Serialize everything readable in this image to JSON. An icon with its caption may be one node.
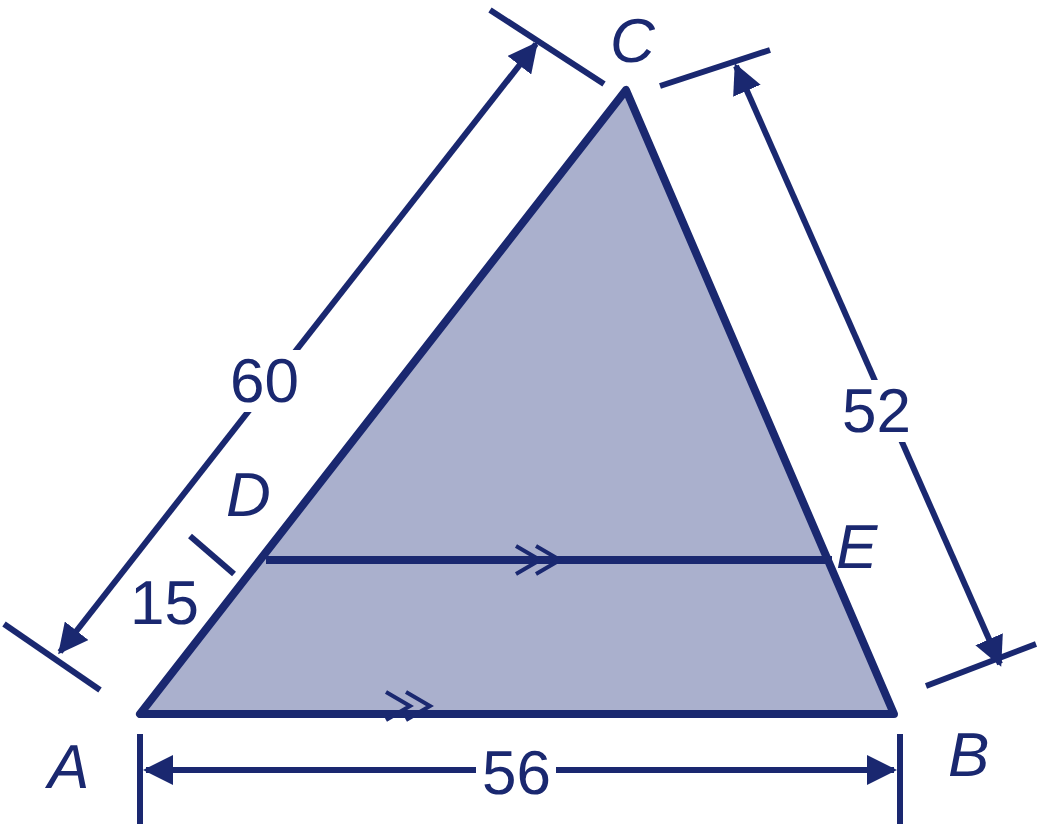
{
  "diagram": {
    "labels": [
      "C",
      "60",
      "52",
      "D",
      "E",
      "15",
      "A",
      "B",
      "56"
    ]
  }
}
